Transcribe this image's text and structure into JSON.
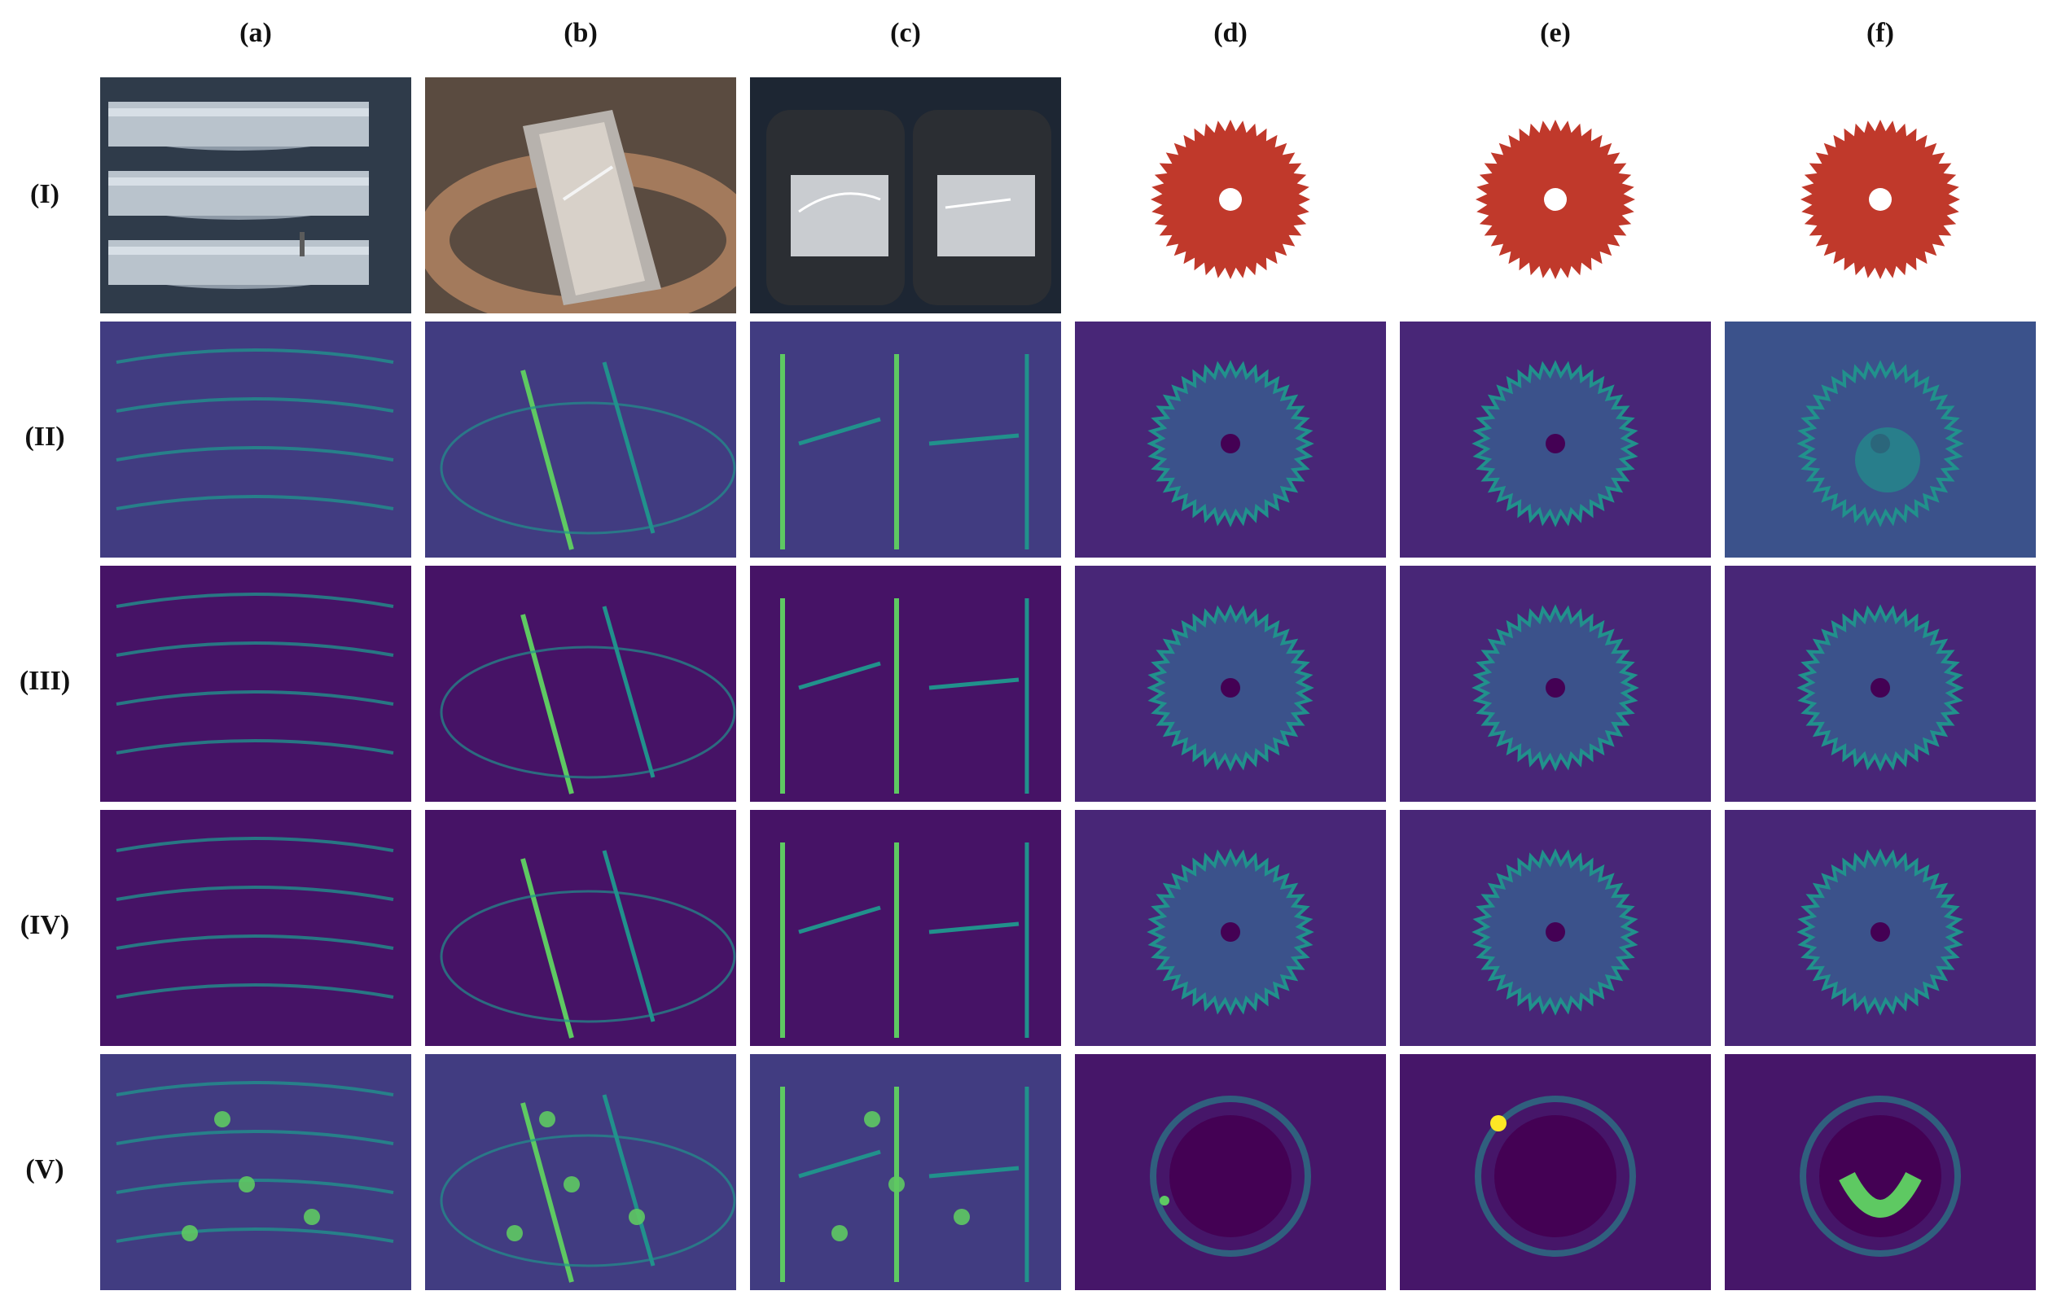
{
  "columns": [
    "(a)",
    "(b)",
    "(c)",
    "(d)",
    "(e)",
    "(f)"
  ],
  "rows": [
    "(I)",
    "(II)",
    "(III)",
    "(IV)",
    "(V)"
  ],
  "colors": {
    "viridis_dark": "#440154",
    "viridis_purple": "#482677",
    "viridis_blue": "#3b528b",
    "viridis_teal": "#21918c",
    "viridis_green": "#5ec962",
    "viridis_yellow": "#fde725",
    "gear_red": "#c0392b"
  }
}
